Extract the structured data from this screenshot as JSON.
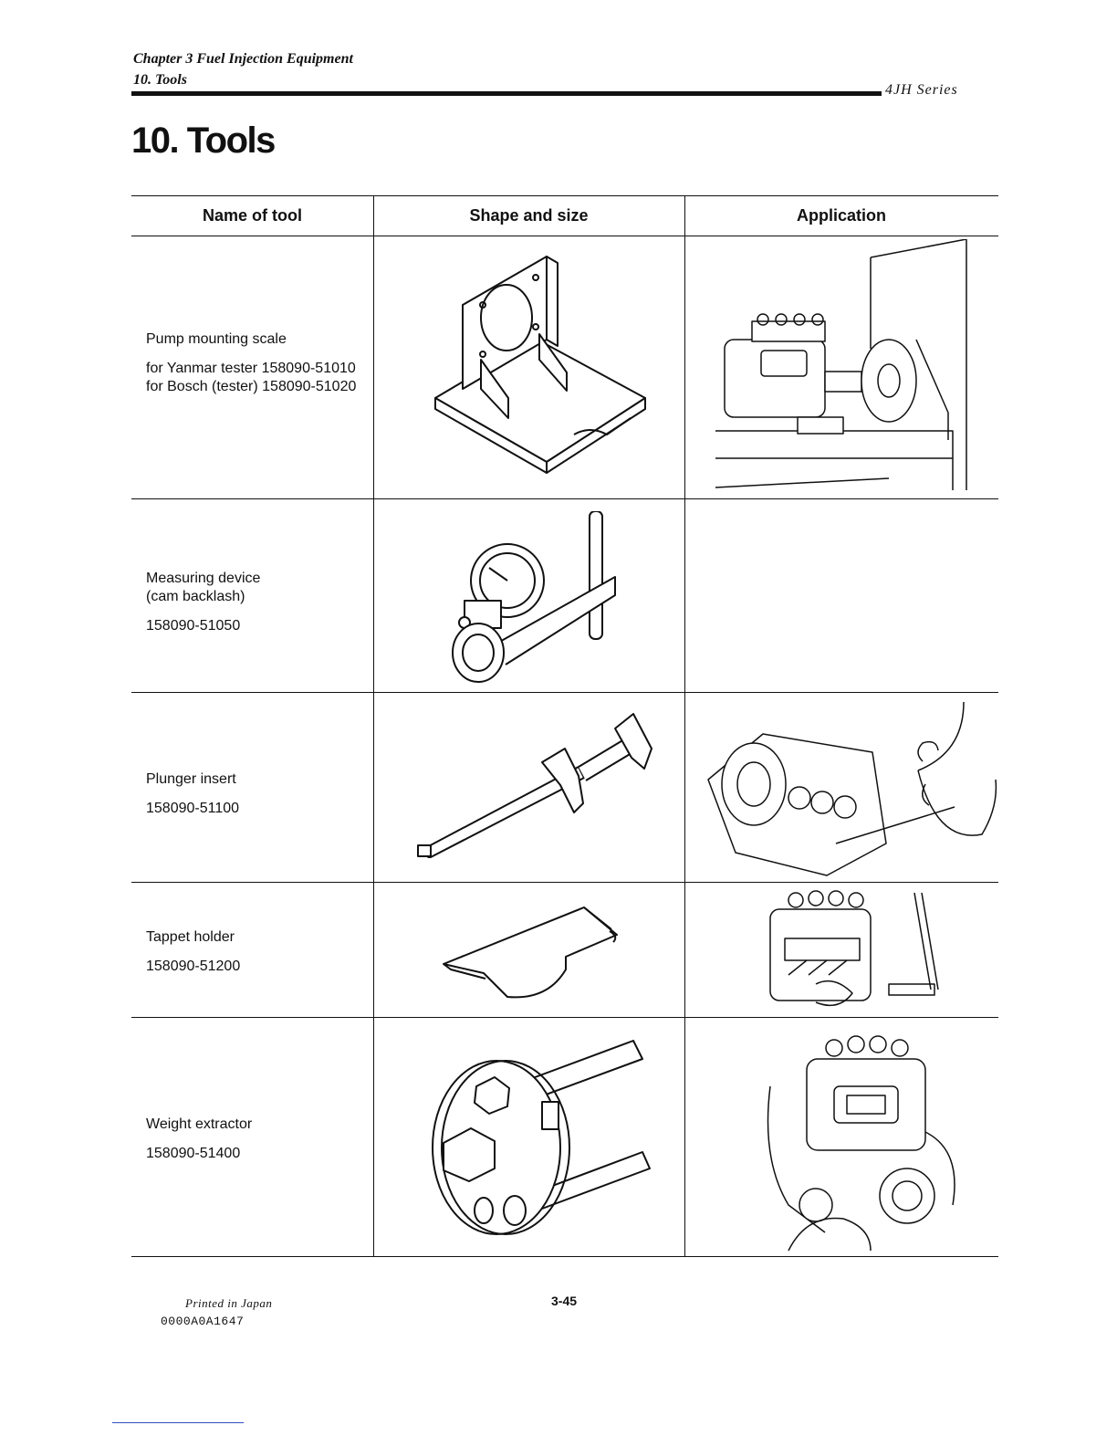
{
  "header": {
    "chapter": "Chapter 3 Fuel Injection Equipment",
    "section": "10. Tools",
    "series": "4JH  Series"
  },
  "page_title": "10. Tools",
  "table": {
    "columns": [
      "Name of tool",
      "Shape and size",
      "Application"
    ],
    "rows": [
      {
        "name": "Pump mounting scale",
        "details": [
          "for Yanmar tester 158090-51010",
          "for Bosch (tester) 158090-51020"
        ],
        "shape_icon": "mounting-bracket-drawing",
        "application_icon": "pump-on-tester-drawing"
      },
      {
        "name": "Measuring device",
        "name2": "(cam backlash)",
        "part_no": "158090-51050",
        "shape_icon": "dial-gauge-drawing",
        "application_icon": ""
      },
      {
        "name": "Plunger insert",
        "part_no": "158090-51100",
        "shape_icon": "plunger-insert-drawing",
        "application_icon": "plunger-insert-use-drawing"
      },
      {
        "name": "Tappet holder",
        "part_no": "158090-51200",
        "shape_icon": "tappet-holder-drawing",
        "application_icon": "tappet-holder-use-drawing"
      },
      {
        "name": "Weight extractor",
        "part_no": "158090-51400",
        "shape_icon": "weight-extractor-drawing",
        "application_icon": "weight-extractor-use-drawing"
      }
    ]
  },
  "footer": {
    "printed": "Printed in Japan",
    "code": "0000A0A1647",
    "page_number": "3-45"
  }
}
